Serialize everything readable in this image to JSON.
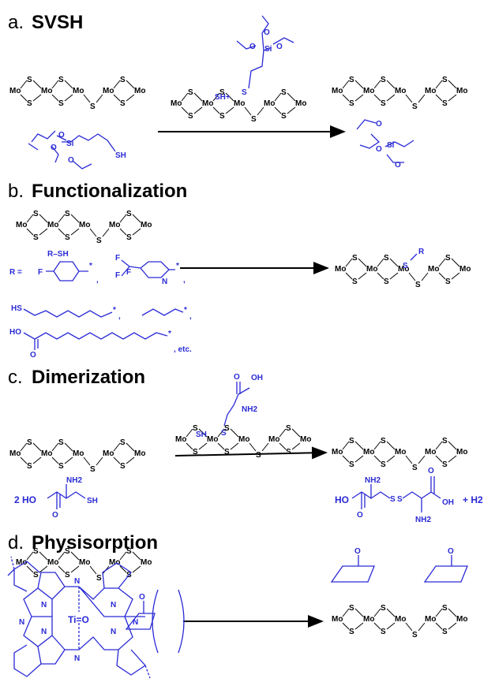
{
  "sections": {
    "a": {
      "letter": "a.",
      "title": "SVSH"
    },
    "b": {
      "letter": "b.",
      "title": "Functionalization"
    },
    "c": {
      "letter": "c.",
      "title": "Dimerization"
    },
    "d": {
      "letter": "d.",
      "title": "Physisorption"
    }
  },
  "atoms": {
    "mo": "Mo",
    "s": "S",
    "o": "O",
    "si": "Si",
    "n": "N",
    "ti": "Ti"
  },
  "labels": {
    "sh": "SH",
    "sh_plus": "SH+",
    "sh_bound": "SH",
    "r": "R",
    "r_sh": "R–SH",
    "r_eq": "R =",
    "f": "F",
    "hs": "HS",
    "ho": "HO",
    "oh": "OH",
    "nh2": "NH2",
    "star": "*",
    "comma": ",",
    "etc": ", etc.",
    "two_ho": "2 HO",
    "plus_h2": "+  H2",
    "ti_o": "Ti=O"
  },
  "colors": {
    "blue": "#2a2ad6",
    "black": "#000000"
  }
}
